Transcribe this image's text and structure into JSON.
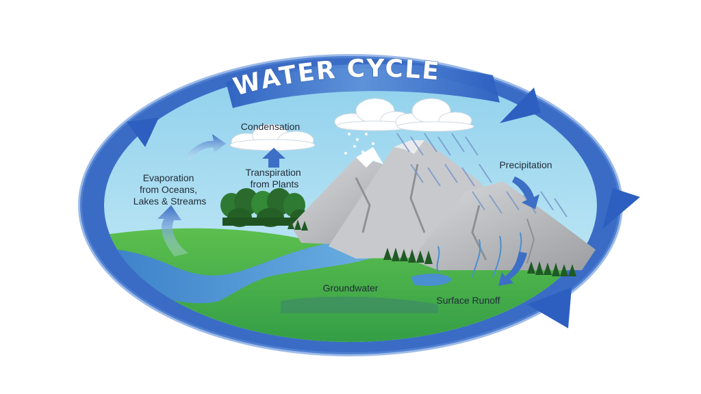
{
  "diagram": {
    "title": "WATER CYCLE",
    "labels": {
      "condensation": "Condensation",
      "evaporation": [
        "Evaporation",
        "from Oceans,",
        "Lakes & Streams"
      ],
      "transpiration": [
        "Transpiration",
        "from Plants"
      ],
      "precipitation": "Precipitation",
      "groundwater": "Groundwater",
      "surface_runoff": "Surface Runoff"
    },
    "colors": {
      "sky": "#a9dcef",
      "arrow_blue": "#3567c4",
      "grass": "#3fae49",
      "water": "#4a8fd0",
      "mountain": "#b8babd",
      "trees": "#2a6a2c"
    }
  }
}
